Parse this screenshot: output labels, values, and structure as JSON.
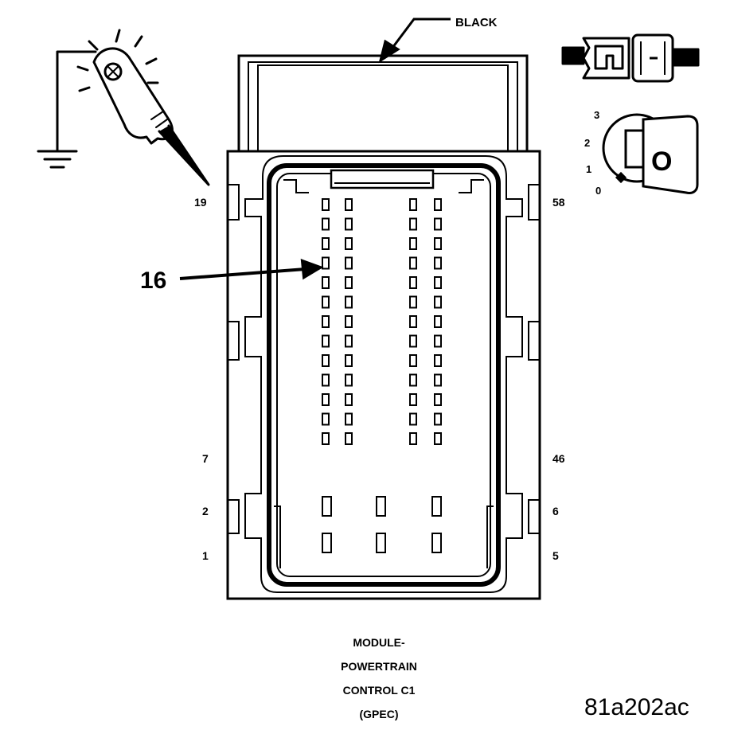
{
  "wire_color_label": "BLACK",
  "callout_number": "16",
  "pin_numbers": {
    "top_left": "19",
    "top_right": "58",
    "mid_left": "7",
    "mid_right": "46",
    "row2_left": "2",
    "row2_right": "6",
    "row1_left": "1",
    "row1_right": "5"
  },
  "ignition_positions": [
    "3",
    "2",
    "1",
    "0"
  ],
  "key_position_label": "O",
  "caption": {
    "line1": "MODULE-",
    "line2": "POWERTRAIN",
    "line3": "CONTROL C1",
    "line4": "(GPEC)"
  },
  "figure_id": "81a202ac",
  "icons": [
    "test-light-icon",
    "ground-symbol-icon",
    "connector-plug-icon",
    "ignition-key-icon"
  ],
  "colors": {
    "ink": "#000000",
    "paper": "#ffffff"
  }
}
